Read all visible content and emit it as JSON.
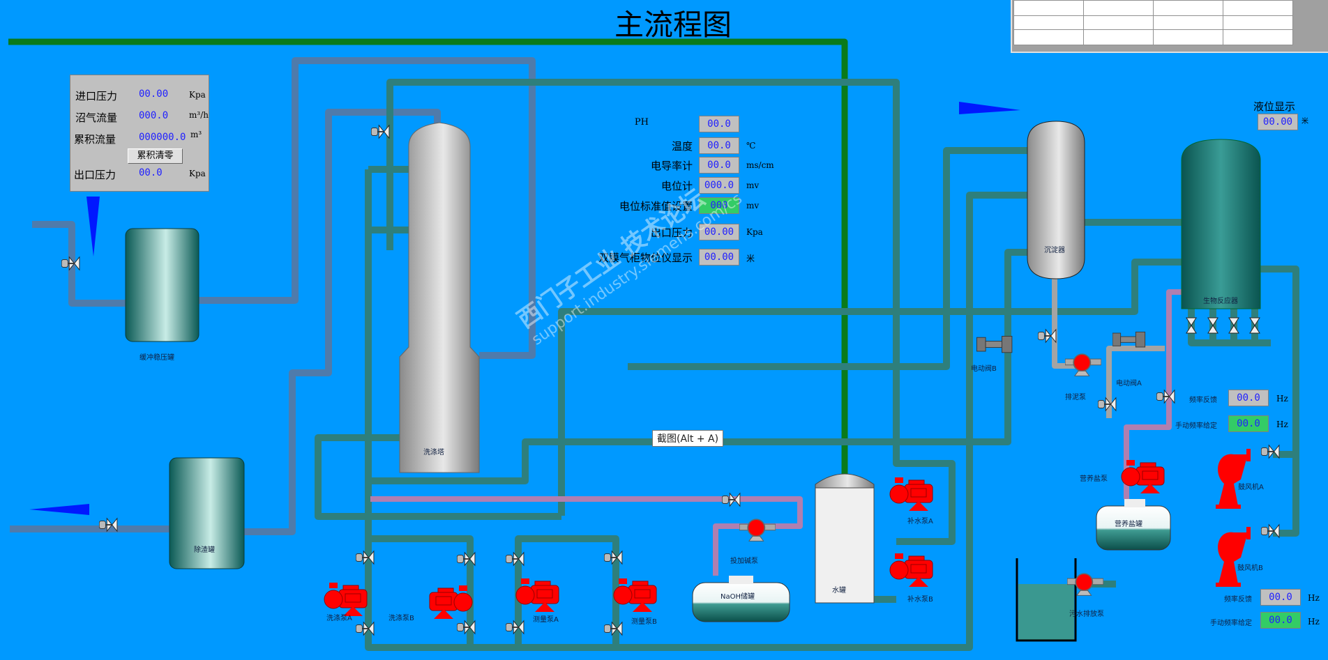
{
  "title": "主流程图",
  "inlet_panel": {
    "rows": [
      {
        "label": "进口压力",
        "value": "00.00",
        "unit": "Kpa"
      },
      {
        "label": "沼气流量",
        "value": "000.0",
        "unit": "m³/h"
      },
      {
        "label": "累积流量",
        "value": "000000.0",
        "unit": "m³"
      },
      {
        "label": "出口压力",
        "value": "00.0",
        "unit": "Kpa"
      }
    ],
    "clear_button": "累积清零"
  },
  "process_panel": {
    "rows": [
      {
        "label": "PH",
        "value": "00.0",
        "unit": ""
      },
      {
        "label": "温度",
        "value": "00.0",
        "unit": "℃"
      },
      {
        "label": "电导率计",
        "value": "00.0",
        "unit": "ms/cm"
      },
      {
        "label": "电位计",
        "value": "000.0",
        "unit": "mv"
      },
      {
        "label": "电位标准值设置",
        "value": "000",
        "unit": "mv",
        "editable": true
      },
      {
        "label": "出口压力",
        "value": "00.00",
        "unit": "Kpa"
      },
      {
        "label": "双膜气柜物位仪显示",
        "value": "00.00",
        "unit": "米"
      }
    ]
  },
  "level_display": {
    "label": "液位显示",
    "value": "00.00",
    "unit": "米"
  },
  "blower_a": {
    "feedback_label": "频率反馈",
    "feedback_value": "00.0",
    "feedback_unit": "Hz",
    "manual_label": "手动频率给定",
    "manual_value": "00.0",
    "manual_unit": "Hz"
  },
  "blower_b": {
    "feedback_label": "频率反馈",
    "feedback_value": "00.0",
    "feedback_unit": "Hz",
    "manual_label": "手动频率给定",
    "manual_value": "00.0",
    "manual_unit": "Hz"
  },
  "equipment": {
    "buffer_tank": "缓冲稳压罐",
    "slag_tank": "除渣罐",
    "scrubber": "洗涤塔",
    "water_tank": "水罐",
    "settler": "沉淀器",
    "bioreactor": "生物反应器",
    "naoh_tank": "NaOH储罐",
    "nutrient_tank": "营养盐罐",
    "wash_pump_a": "洗涤泵A",
    "wash_pump_b": "洗涤泵B",
    "meter_pump_a": "测量泵A",
    "meter_pump_b": "测量泵B",
    "alkali_pump": "投加碱泵",
    "makeup_pump_a": "补水泵A",
    "makeup_pump_b": "补水泵B",
    "sludge_pump": "排泥泵",
    "nutrient_pump": "营养盐泵",
    "sewage_pump": "污水排放泵",
    "blower_a": "鼓风机A",
    "blower_b": "鼓风机B",
    "motor_valve_a": "电动阀A",
    "motor_valve_b": "电动阀B"
  },
  "tooltip": "截图(Alt + A)",
  "watermark": {
    "line1": "西门子工业  技术论坛",
    "line2": "support.industry.siemens.com/cs"
  },
  "colors": {
    "background": "#0099ff",
    "pipe_teal": "#2e7f7c",
    "pipe_slate": "#4f7bab",
    "pipe_pink": "#b07fb0",
    "gas_line": "#0a7a1a",
    "pump": "#ff0000",
    "setpoint_box": "#33cc66"
  }
}
